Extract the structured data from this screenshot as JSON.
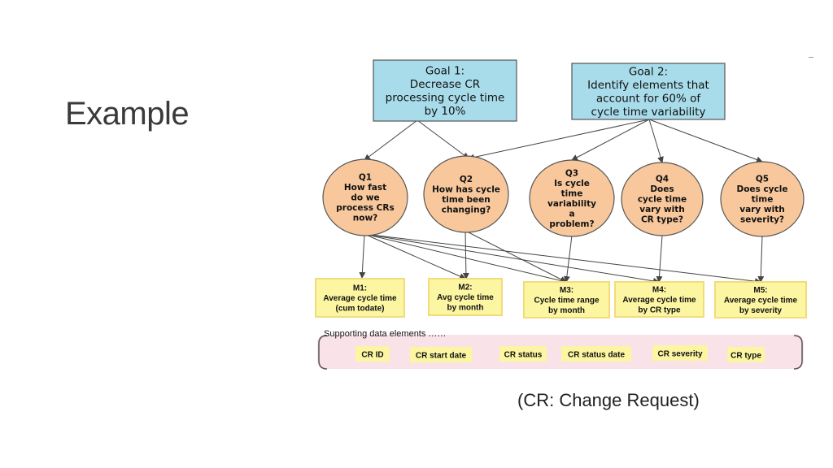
{
  "slide": {
    "title": "Example",
    "caption": "(CR:  Change Request)"
  },
  "diagram": {
    "goals": [
      {
        "id": "g1",
        "lines": [
          "Goal 1:",
          "Decrease CR",
          "processing cycle time",
          "by 10%"
        ]
      },
      {
        "id": "g2",
        "lines": [
          "Goal 2:",
          "Identify elements that",
          "account for 60% of",
          "cycle time variability"
        ]
      }
    ],
    "questions": [
      {
        "id": "q1",
        "lines": [
          "Q1",
          "How fast",
          "do we",
          "process CRs",
          "now?"
        ]
      },
      {
        "id": "q2",
        "lines": [
          "Q2",
          "How has cycle",
          "time been",
          "changing?"
        ]
      },
      {
        "id": "q3",
        "lines": [
          "Q3",
          "Is cycle",
          "time",
          "variability",
          "a",
          "problem?"
        ]
      },
      {
        "id": "q4",
        "lines": [
          "Q4",
          "Does",
          "cycle time",
          "vary with",
          "CR type?"
        ]
      },
      {
        "id": "q5",
        "lines": [
          "Q5",
          "Does cycle",
          "time",
          "vary with",
          "severity?"
        ]
      }
    ],
    "metrics": [
      {
        "id": "m1",
        "lines": [
          "M1:",
          "Average cycle time",
          "(cum todate)"
        ]
      },
      {
        "id": "m2",
        "lines": [
          "M2:",
          "Avg cycle time",
          "by month"
        ]
      },
      {
        "id": "m3",
        "lines": [
          "M3:",
          "Cycle time range",
          "by month"
        ]
      },
      {
        "id": "m4",
        "lines": [
          "M4:",
          "Average cycle time",
          "by CR type"
        ]
      },
      {
        "id": "m5",
        "lines": [
          "M5:",
          "Average cycle time",
          "by severity"
        ]
      }
    ],
    "supporting_label": "Supporting data elements ……",
    "data_elements": [
      "CR ID",
      "CR start date",
      "CR status",
      "CR status date",
      "CR severity",
      "CR type"
    ],
    "colors": {
      "goal_fill": "#a8dcea",
      "question_fill": "#f8c89c",
      "metric_fill": "#fcf5a2",
      "support_fill": "#f9e2e8",
      "element_fill": "#fcf5a2",
      "arrow": "#444444"
    }
  }
}
